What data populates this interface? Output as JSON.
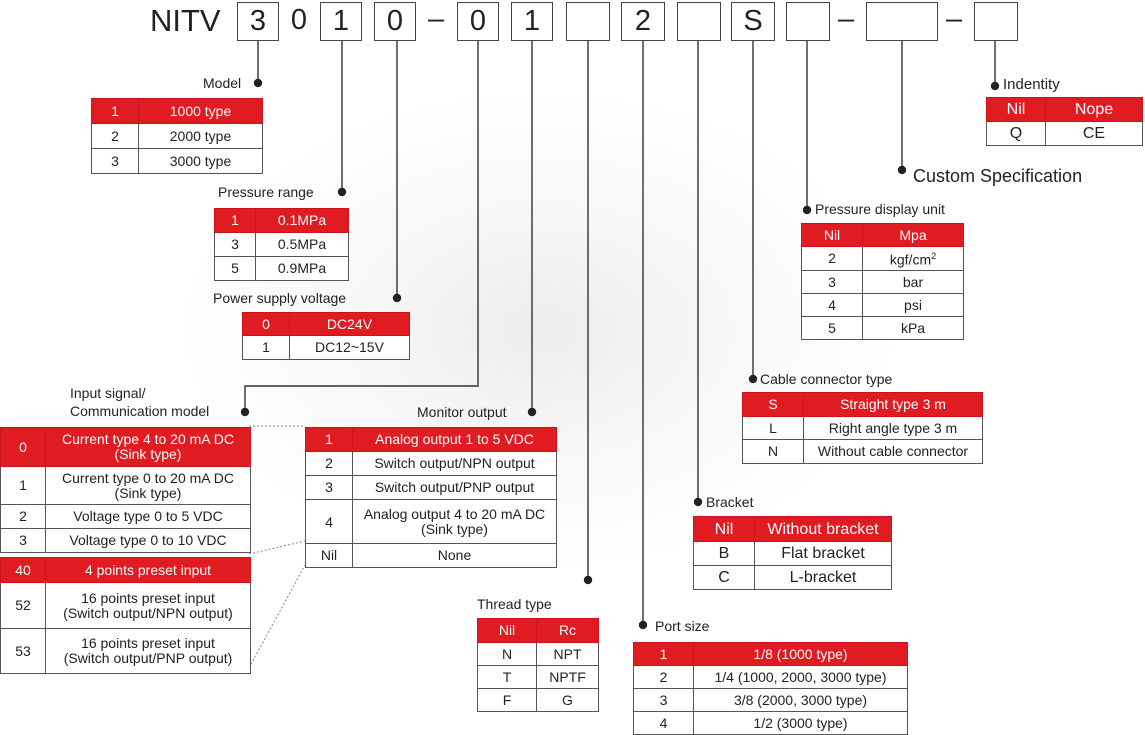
{
  "code": {
    "prefix": "NITV",
    "box_values": [
      "3",
      "1",
      "0",
      "0",
      "1",
      "",
      "2",
      "",
      "S",
      "",
      "",
      ""
    ],
    "digit_0": "0",
    "dash": "–"
  },
  "sections": {
    "model": {
      "label": "Model",
      "rows": [
        [
          "1",
          "1000 type"
        ],
        [
          "2",
          "2000 type"
        ],
        [
          "3",
          "3000 type"
        ]
      ]
    },
    "pressure_range": {
      "label": "Pressure range",
      "rows": [
        [
          "1",
          "0.1MPa"
        ],
        [
          "3",
          "0.5MPa"
        ],
        [
          "5",
          "0.9MPa"
        ]
      ]
    },
    "power_supply": {
      "label": "Power supply voltage",
      "rows": [
        [
          "0",
          "DC24V"
        ],
        [
          "1",
          "DC12~15V"
        ]
      ]
    },
    "input_signal": {
      "label_line1": "Input signal/",
      "label_line2": "Communication model",
      "rows": [
        [
          "0",
          "Current type 4 to 20 mA DC\n(Sink type)"
        ],
        [
          "1",
          "Current type 0 to 20 mA DC\n(Sink type)"
        ],
        [
          "2",
          "Voltage type 0 to 5 VDC"
        ],
        [
          "3",
          "Voltage type 0 to 10 VDC"
        ]
      ],
      "rows2": [
        [
          "40",
          "4 points preset input"
        ],
        [
          "52",
          "16 points preset input\n(Switch output/NPN output)"
        ],
        [
          "53",
          "16 points preset input\n(Switch output/PNP output)"
        ]
      ]
    },
    "monitor_output": {
      "label": "Monitor output",
      "rows": [
        [
          "1",
          "Analog output 1 to 5 VDC"
        ],
        [
          "2",
          "Switch output/NPN output"
        ],
        [
          "3",
          "Switch output/PNP output"
        ],
        [
          "4",
          "Analog output 4 to 20 mA DC\n(Sink type)"
        ]
      ],
      "rows2": [
        [
          "Nil",
          "None"
        ]
      ]
    },
    "thread_type": {
      "label": "Thread type",
      "rows": [
        [
          "Nil",
          "Rc"
        ],
        [
          "N",
          "NPT"
        ],
        [
          "T",
          "NPTF"
        ],
        [
          "F",
          "G"
        ]
      ]
    },
    "port_size": {
      "label": "Port size",
      "rows": [
        [
          "1",
          "1/8 (1000 type)"
        ],
        [
          "2",
          "1/4 (1000, 2000, 3000 type)"
        ],
        [
          "3",
          "3/8 (2000, 3000 type)"
        ],
        [
          "4",
          "1/2 (3000 type)"
        ]
      ]
    },
    "bracket": {
      "label": "Bracket",
      "rows": [
        [
          "Nil",
          "Without bracket"
        ],
        [
          "B",
          "Flat bracket"
        ],
        [
          "C",
          "L-bracket"
        ]
      ]
    },
    "cable_connector": {
      "label": "Cable connector type",
      "rows": [
        [
          "S",
          "Straight type 3 m"
        ],
        [
          "L",
          "Right angle type 3 m"
        ],
        [
          "N",
          "Without cable connector"
        ]
      ]
    },
    "pressure_unit": {
      "label": "Pressure display unit",
      "rows": [
        [
          "Nil",
          "Mpa"
        ],
        [
          "2",
          "kgf/cm²"
        ],
        [
          "3",
          "bar"
        ],
        [
          "4",
          "psi"
        ],
        [
          "5",
          "kPa"
        ]
      ]
    },
    "custom_spec": {
      "label": "Custom Specification"
    },
    "identity": {
      "label": "Indentity",
      "rows": [
        [
          "Nil",
          "Nope"
        ],
        [
          "Q",
          "CE"
        ]
      ]
    }
  },
  "colors": {
    "accent": "#e11b22"
  }
}
